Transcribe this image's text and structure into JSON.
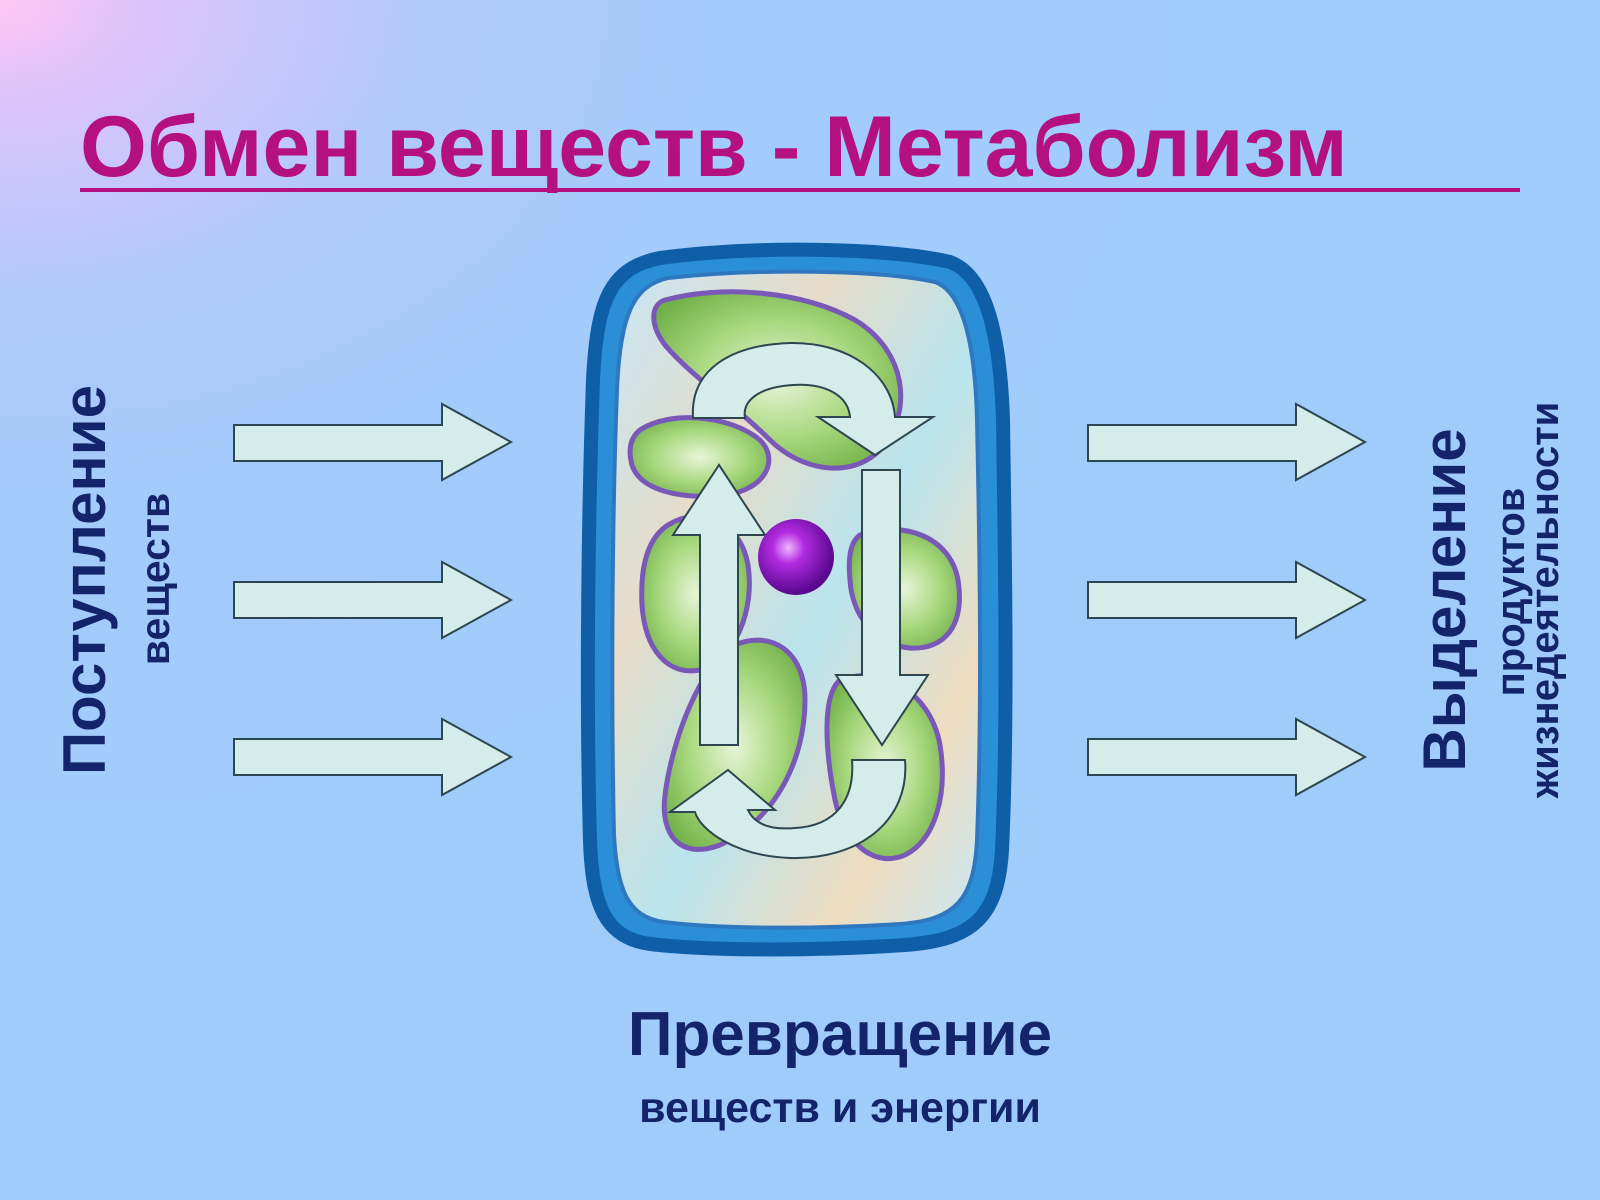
{
  "title": "Обмен веществ - Метаболизм",
  "intake": {
    "main": "Поступление",
    "sub": "веществ"
  },
  "transformation": {
    "main": "Превращение",
    "sub": "веществ и энергии"
  },
  "excretion": {
    "main": "Выделение",
    "sub1": "продуктов",
    "sub2": "жизнедеятельности"
  },
  "colors": {
    "title": "#b5107f",
    "label": "#14246b",
    "arrow_fill": "#d4ecea",
    "arrow_stroke": "#2d4650",
    "cell_wall": "#0e5fa8",
    "organelle": "#8cc85c",
    "nucleus": "#8a10c8"
  }
}
